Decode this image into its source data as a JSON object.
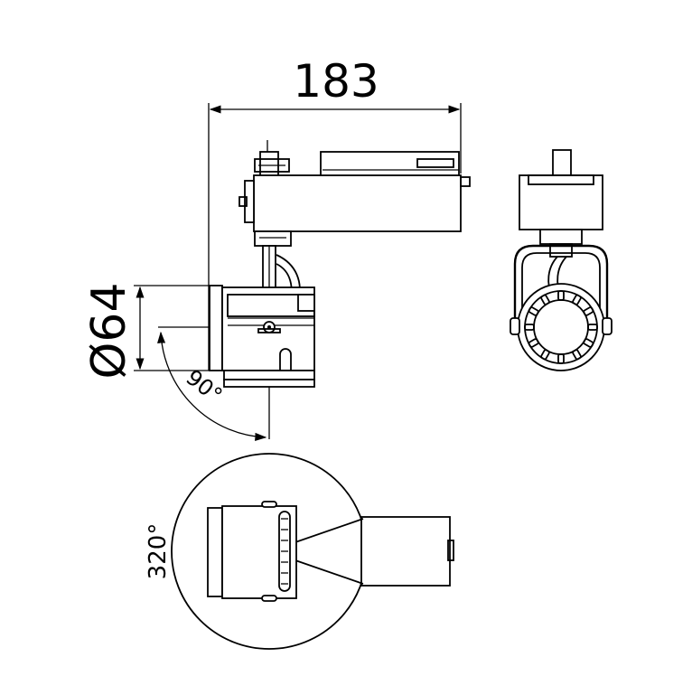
{
  "dimensions": {
    "width": "183",
    "diameter": "Ø64",
    "tilt_angle": "90°",
    "rotation_angle": "320°"
  },
  "colors": {
    "line": "#000000",
    "background": "#ffffff"
  }
}
